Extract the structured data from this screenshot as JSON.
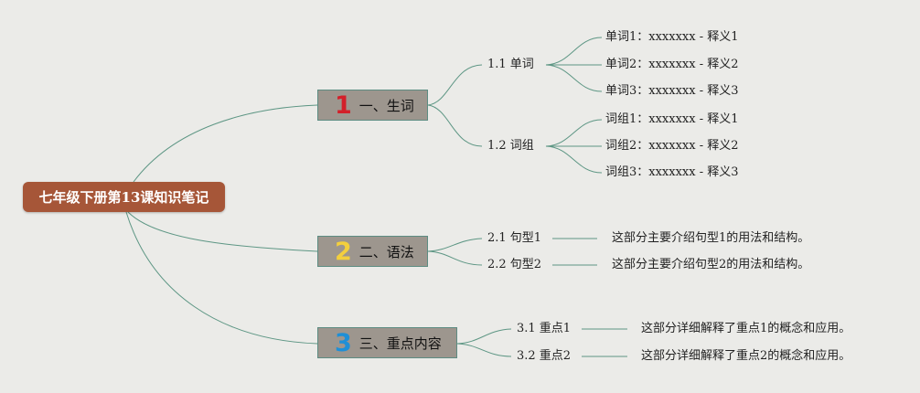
{
  "root": {
    "label": "七年级下册第13课知识笔记"
  },
  "sections": [
    {
      "number": "1",
      "label": "一、生词",
      "color": "#d3202a"
    },
    {
      "number": "2",
      "label": "二、语法",
      "color": "#f3cf3d"
    },
    {
      "number": "3",
      "label": "三、重点内容",
      "color": "#1f8fd6"
    }
  ],
  "vocab": {
    "words_label": "1.1 单词",
    "words": [
      "单词1：xxxxxxx - 释义1",
      "单词2：xxxxxxx - 释义2",
      "单词3：xxxxxxx - 释义3"
    ],
    "phrases_label": "1.2 词组",
    "phrases": [
      "词组1：xxxxxxx - 释义1",
      "词组2：xxxxxxx - 释义2",
      "词组3：xxxxxxx - 释义3"
    ]
  },
  "grammar": [
    {
      "label": "2.1 句型1",
      "desc": "这部分主要介绍句型1的用法和结构。"
    },
    {
      "label": "2.2 句型2",
      "desc": "这部分主要介绍句型2的用法和结构。"
    }
  ],
  "key_points": [
    {
      "label": "3.1 重点1",
      "desc": "这部分详细解释了重点1的概念和应用。"
    },
    {
      "label": "3.2 重点2",
      "desc": "这部分详细解释了重点2的概念和应用。"
    }
  ],
  "colors": {
    "background": "#ebebe8",
    "root": "#a65638",
    "branch_box": "#9d968e",
    "connector": "#5d9684"
  }
}
